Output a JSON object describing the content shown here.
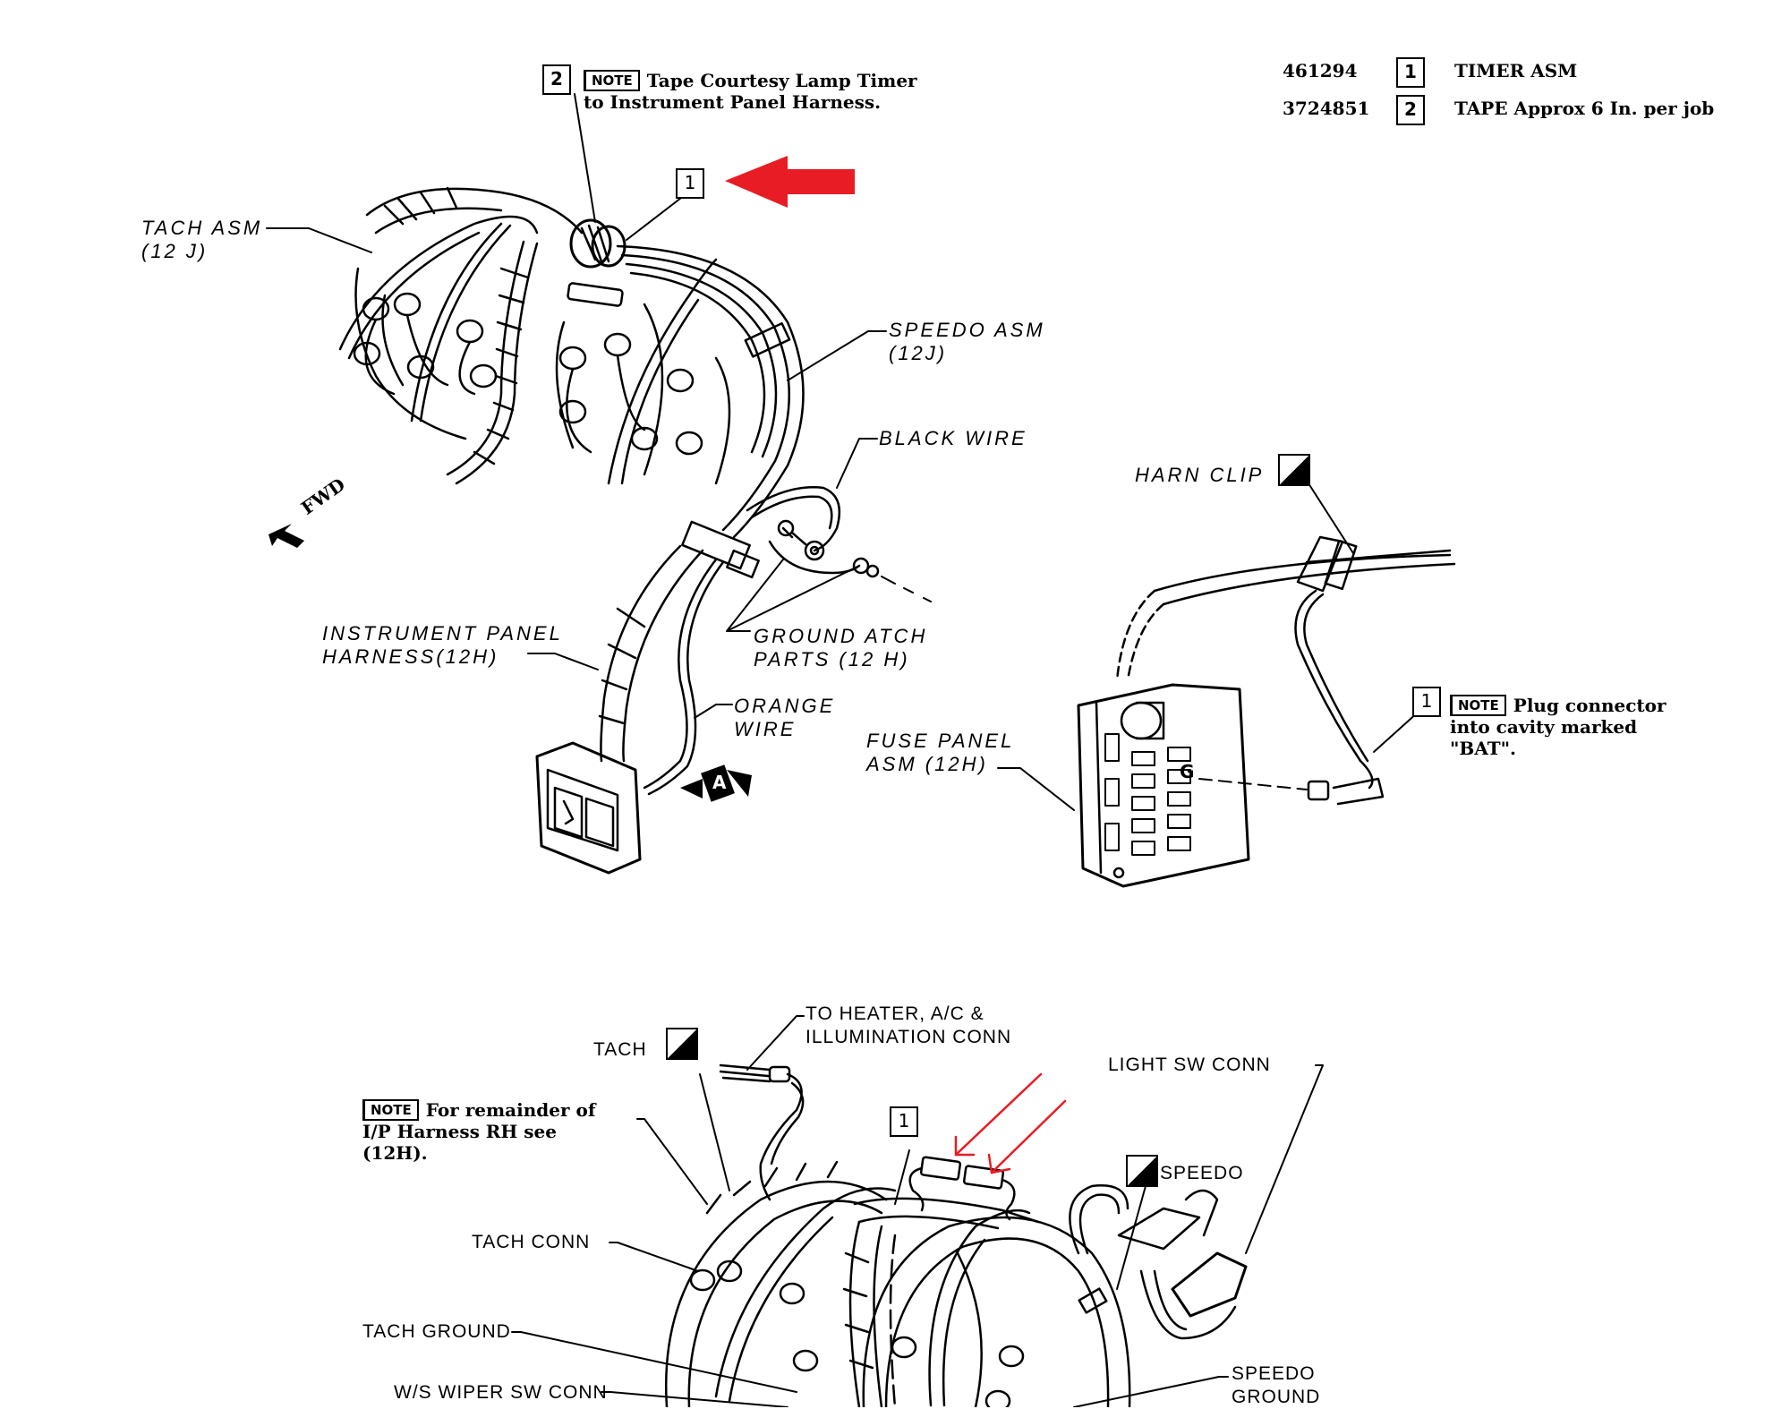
{
  "colors": {
    "ink": "#000000",
    "annotation_red": "#e81c24",
    "paper": "#ffffff"
  },
  "parts_legend": [
    {
      "part_number": "461294",
      "callout": "1",
      "description": "TIMER ASM"
    },
    {
      "part_number": "3724851",
      "callout": "2",
      "description": "TAPE Approx 6 In. per job"
    }
  ],
  "top_view": {
    "note_callout": "2",
    "note_tag": "NOTE",
    "note_line1": "Tape Courtesy Lamp Timer",
    "note_line2": "to Instrument Panel Harness.",
    "timer_callout": "1",
    "labels": {
      "tach_asm_1": "TACH ASM",
      "tach_asm_2": "(12 J)",
      "speedo_asm_1": "SPEEDO ASM",
      "speedo_asm_2": "(12J)",
      "black_wire": "BLACK WIRE",
      "fwd": "FWD",
      "ip_harness_1": "INSTRUMENT PANEL",
      "ip_harness_2": "HARNESS(12H)",
      "ground_atch_1": "GROUND ATCH",
      "ground_atch_2": "PARTS (12 H)",
      "orange_wire_1": "ORANGE",
      "orange_wire_2": "WIRE",
      "view_marker": "A"
    }
  },
  "right_view": {
    "harn_clip": "HARN CLIP",
    "fuse_panel_1": "FUSE PANEL",
    "fuse_panel_2": "ASM (12H)",
    "fuse_cavity_letter": "G",
    "note_callout": "1",
    "note_tag": "NOTE",
    "note_line1": "Plug connector",
    "note_line2": "into cavity marked",
    "note_line3": "\"BAT\"."
  },
  "bottom_view": {
    "tach": "TACH",
    "to_heater_1": "TO HEATER, A/C &",
    "to_heater_2": "ILLUMINATION CONN",
    "light_sw_conn": "LIGHT SW CONN",
    "note_tag": "NOTE",
    "note_line1": "For remainder of",
    "note_line2": "I/P Harness RH see",
    "note_line3": "(12H).",
    "timer_callout": "1",
    "speedo": "SPEEDO",
    "tach_conn": "TACH CONN",
    "tach_ground": "TACH GROUND",
    "ws_wiper_sw_conn": "W/S WIPER SW CONN",
    "speedo_ground_1": "SPEEDO",
    "speedo_ground_2": "GROUND"
  }
}
